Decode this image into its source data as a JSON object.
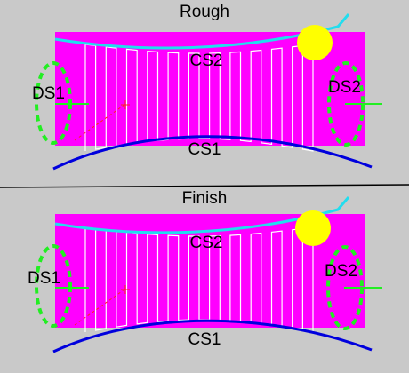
{
  "colors": {
    "background": "#c9c9c9",
    "workpiece": "#ff00ff",
    "path": "#ffffff",
    "cs1_curve": "#0000dd",
    "cs2_curve": "#22ddee",
    "ds_guides": "#22ee22",
    "tool": "#ffff00",
    "divider": "#000000"
  },
  "panels": [
    {
      "id": "rough",
      "title": "Rough",
      "labels": {
        "cs1": "CS1",
        "cs2": "CS2",
        "ds1": "DS1",
        "ds2": "DS2"
      }
    },
    {
      "id": "finish",
      "title": "Finish",
      "labels": {
        "cs1": "CS1",
        "cs2": "CS2",
        "ds1": "DS1",
        "ds2": "DS2"
      }
    }
  ]
}
